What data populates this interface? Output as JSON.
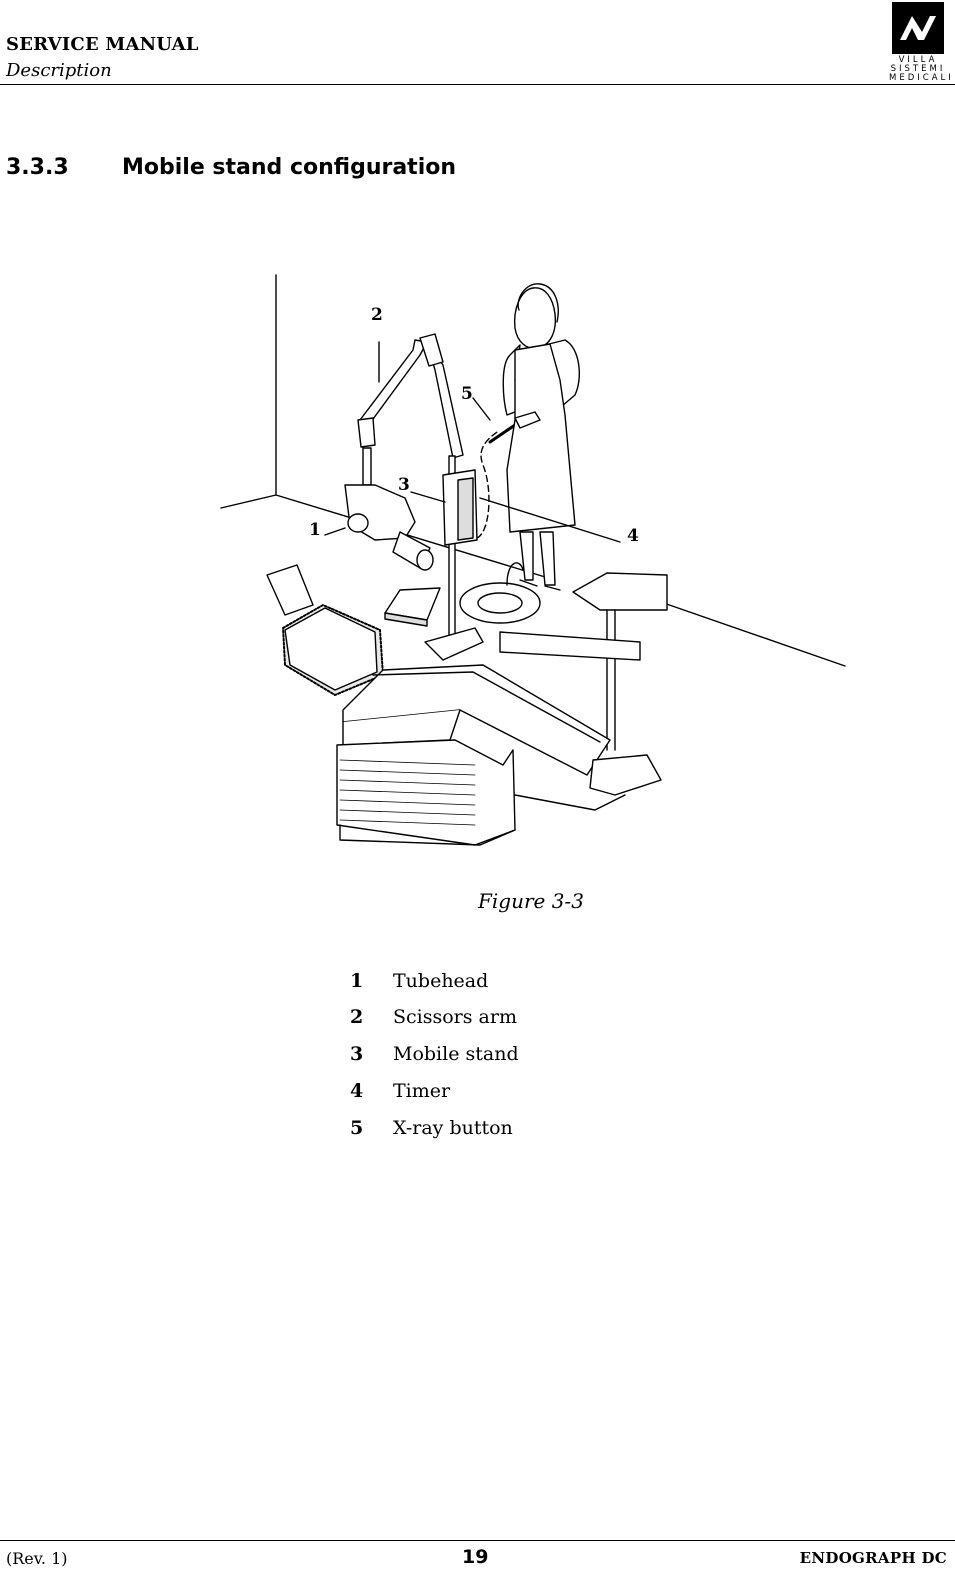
{
  "header": {
    "title": "SERVICE MANUAL",
    "subtitle": "Description",
    "logo": {
      "line1": "VILLA",
      "line2": "SISTEMI",
      "line3": "MEDICALI"
    }
  },
  "section": {
    "number": "3.3.3",
    "title": "Mobile stand configuration"
  },
  "figure": {
    "callouts": [
      "1",
      "2",
      "3",
      "4",
      "5"
    ],
    "caption": "Figure 3-3"
  },
  "legend": [
    {
      "num": "1",
      "label": "Tubehead"
    },
    {
      "num": "2",
      "label": "Scissors arm"
    },
    {
      "num": "3",
      "label": "Mobile stand"
    },
    {
      "num": "4",
      "label": "Timer"
    },
    {
      "num": "5",
      "label": "X-ray button"
    }
  ],
  "footer": {
    "revision": "(Rev. 1)",
    "page": "19",
    "product": "ENDOGRAPH DC"
  }
}
